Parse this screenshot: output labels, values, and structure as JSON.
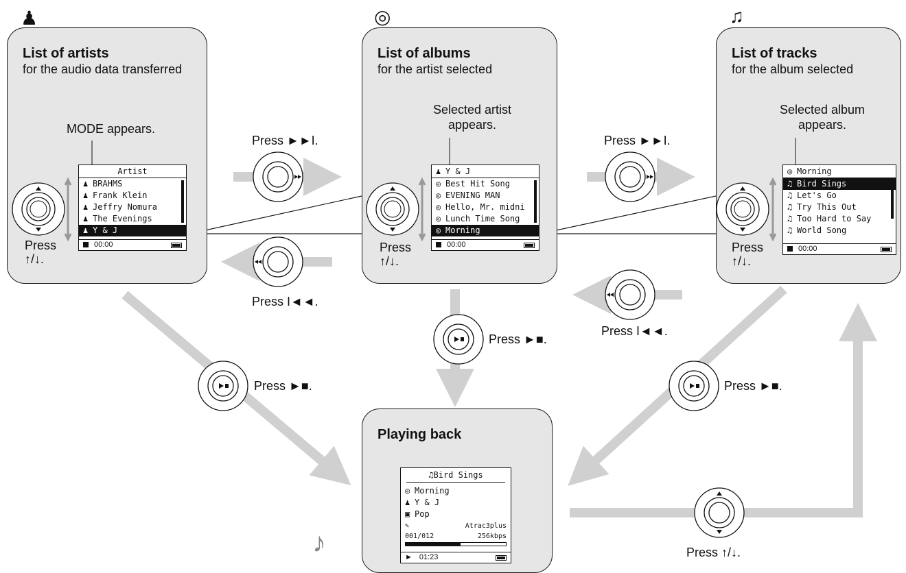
{
  "panels": {
    "artists": {
      "title": "List of artists",
      "subtitle": "for the audio data transferred",
      "note": "MODE appears."
    },
    "albums": {
      "title": "List of albums",
      "subtitle": "for the artist selected",
      "note_line1": "Selected artist",
      "note_line2": "appears."
    },
    "tracks": {
      "title": "List of tracks",
      "subtitle": "for the album selected",
      "note_line1": "Selected album",
      "note_line2": "appears."
    },
    "playing": {
      "title": "Playing back"
    }
  },
  "screens": {
    "artist": {
      "header": "Artist",
      "items": [
        "BRAHMS",
        "Frank Klein",
        "Jeffry Nomura",
        "The Evenings",
        "Y & J"
      ],
      "time": "00:00"
    },
    "album": {
      "header": "Y & J",
      "items": [
        "Best Hit Song",
        "EVENING MAN",
        "Hello, Mr. midni",
        "Lunch Time Song",
        "Morning"
      ],
      "time": "00:00"
    },
    "track": {
      "header": "Morning",
      "items": [
        "Bird Sings",
        "Let's Go",
        "Try This Out",
        "Too Hard to Say",
        "World Song"
      ],
      "time": "00:00"
    },
    "play": {
      "title": "Bird Sings",
      "album": "Morning",
      "artist": "Y & J",
      "genre": "Pop",
      "codec": "Atrac3plus",
      "track_no": "001/012",
      "bitrate": "256kbps",
      "time": "01:23",
      "progress": 0.55
    }
  },
  "labels": {
    "press": "Press",
    "next": "Press ►►I.",
    "prev": "Press I◄◄.",
    "play": "Press ►■.",
    "updown": "Press ↑/↓.",
    "updown_sym": "↑/↓."
  },
  "colors": {
    "panel": "#e6e6e6",
    "arrow": "#cfcfcf",
    "line": "#1a1a1a"
  }
}
